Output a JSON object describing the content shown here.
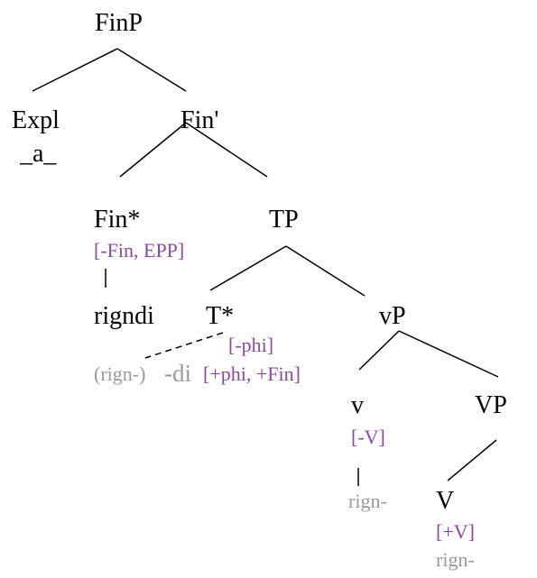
{
  "tree": {
    "nodes": {
      "finp": "FinP",
      "expl": "Expl",
      "expl_a": "_a_",
      "fin_bar": "Fin'",
      "fin_star": "Fin*",
      "fin_star_features": "[-Fin, EPP]",
      "rigndi": "rigndi",
      "tp": "TP",
      "t_star": "T*",
      "t_star_features": "[-phi]",
      "rign_paren": "(rign-)",
      "di_suffix": "-di",
      "di_features": "[+phi, +Fin]",
      "vp_small": "vP",
      "v_small": "v",
      "v_small_features": "[-V]",
      "v_small_rign": "rign-",
      "vp_big": "VP",
      "v_big": "V",
      "v_big_features": "[+V]",
      "v_big_rign": "rign-"
    }
  },
  "colors": {
    "text": "#000000",
    "feature": "#8a4a9c",
    "copy": "#9a9a9a",
    "line": "#000000"
  }
}
